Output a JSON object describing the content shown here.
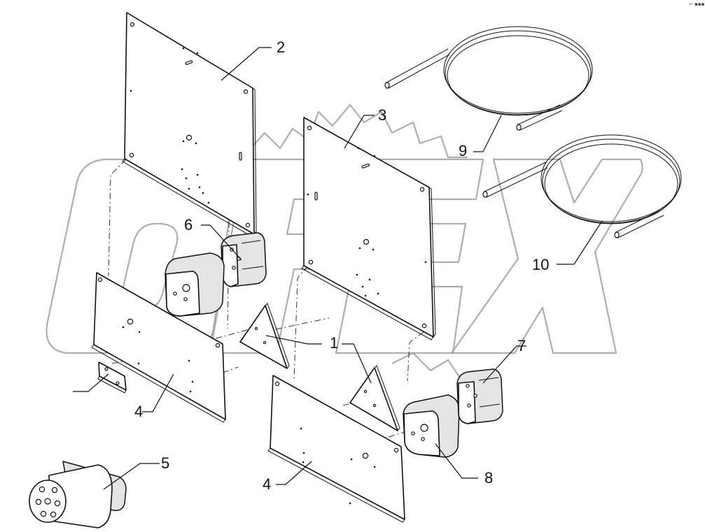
{
  "watermark": {
    "text": "OPEX",
    "icon": "gear-watermark-icon"
  },
  "corner_mark": "⌐ ▪▪▪",
  "callouts": [
    {
      "id": "1",
      "label": "1"
    },
    {
      "id": "2",
      "label": "2"
    },
    {
      "id": "3",
      "label": "3"
    },
    {
      "id": "4a",
      "label": "4"
    },
    {
      "id": "4b",
      "label": "4"
    },
    {
      "id": "5",
      "label": "5"
    },
    {
      "id": "6",
      "label": "6"
    },
    {
      "id": "7",
      "label": "7"
    },
    {
      "id": "8",
      "label": "8"
    },
    {
      "id": "9",
      "label": "9"
    },
    {
      "id": "10",
      "label": "10"
    }
  ],
  "colors": {
    "line": "#111111",
    "watermark": "#9a9a9a",
    "background": "#ffffff"
  }
}
